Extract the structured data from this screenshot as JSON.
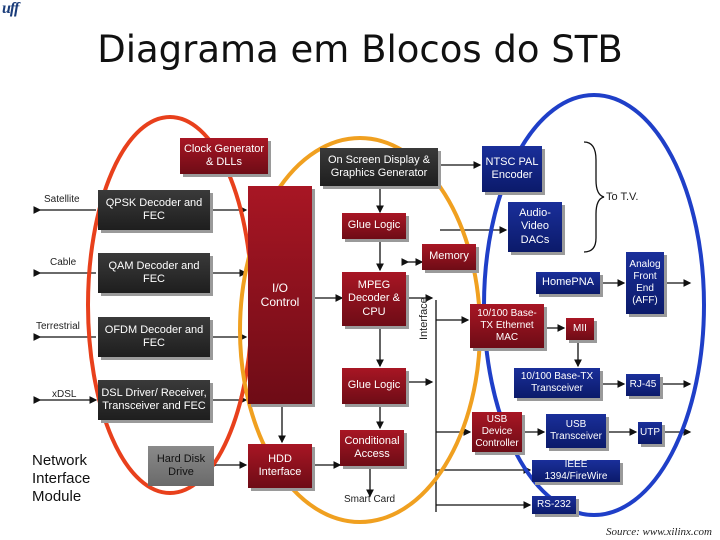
{
  "logo": "uff",
  "title": "Diagrama em Blocos do STB",
  "source": "Source: www.xilinx.com",
  "network_module": "Network Interface Module",
  "interface_label": "Interface",
  "inputs": {
    "satellite": "Satellite",
    "cable": "Cable",
    "terrestrial": "Terrestrial",
    "xdsl": "xDSL"
  },
  "to_tv": "To T.V.",
  "smart_card": "Smart Card",
  "blocks": {
    "qpsk": "QPSK Decoder and FEC",
    "qam": "QAM Decoder and FEC",
    "ofdm": "OFDM Decoder and FEC",
    "dsl": "DSL Driver/ Receiver, Transceiver and FEC",
    "clock": "Clock Generator & DLLs",
    "io": "I/O Control",
    "osd": "On Screen Display & Graphics Generator",
    "glue1": "Glue Logic",
    "memory": "Memory",
    "mpeg": "MPEG Decoder & CPU",
    "glue2": "Glue Logic",
    "cond": "Conditional Access",
    "hdd": "HDD Interface",
    "harddisk": "Hard Disk Drive",
    "ntsc": "NTSC PAL Encoder",
    "dacs": "Audio-Video DACs",
    "homepna": "HomePNA",
    "aff": "Analog Front End (AFF)",
    "ethernet": "10/100 Base-TX Ethernet MAC",
    "mii": "MII",
    "txcvr": "10/100 Base-TX Transceiver",
    "rj45": "RJ-45",
    "usbctl": "USB Device Controller",
    "usbtx": "USB Transceiver",
    "utp": "UTP",
    "ieee": "IEEE 1394/FireWire",
    "rs232": "RS-232"
  },
  "colors": {
    "red_circle": "#e8401c",
    "orange_circle": "#f0a020",
    "blue_circle": "#1f3fc8"
  }
}
